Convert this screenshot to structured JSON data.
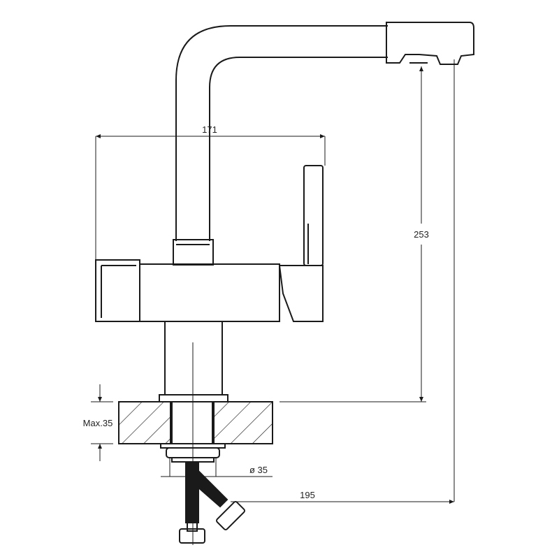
{
  "drawing": {
    "subject": "faucet-side-elevation",
    "line_color": "#1a1a1a",
    "dimensions": {
      "body_width": "171",
      "spout_height": "253",
      "max_counter_thickness": "Max.35",
      "hole_diameter": "ø 35",
      "spout_reach": "195"
    }
  }
}
